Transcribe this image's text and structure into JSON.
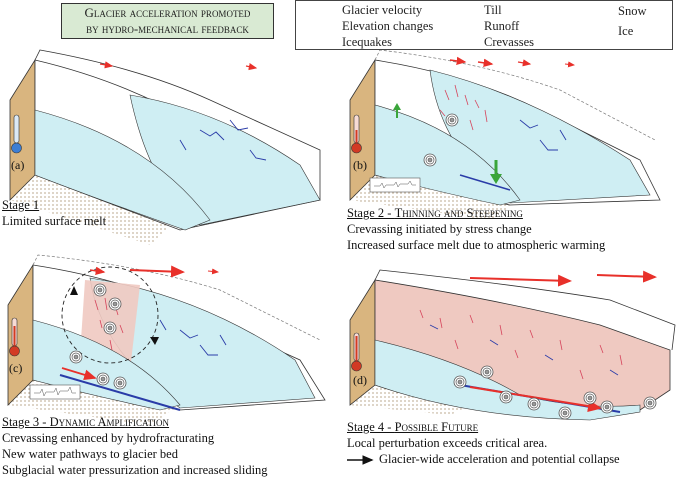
{
  "title": {
    "line1": "Glacier acceleration promoted",
    "line2": "by hydro-mechanical feedback"
  },
  "legend": {
    "velocity": "Glacier velocity",
    "elevation": "Elevation changes",
    "icequakes": "Icequakes",
    "till": "Till",
    "runoff": "Runoff",
    "crevasses": "Crevasses",
    "snow": "Snow",
    "ice": "Ice"
  },
  "colors": {
    "velocity": "#e8302a",
    "elevation": "#3aa53a",
    "runoff": "#2a3ca8",
    "crevasses": "#d6455c",
    "ice": "#cfeef3",
    "rock": "#d9b57f",
    "pink": "#efc9c1"
  },
  "panels": [
    {
      "label": "(a)",
      "stage": "Stage 1",
      "lines": [
        "Limited surface melt"
      ]
    },
    {
      "label": "(b)",
      "stage": "Stage 2 - ",
      "stage_sc": "Thinning and Steepening",
      "lines": [
        "Crevassing initiated by stress change",
        "Increased surface melt due to atmospheric warming"
      ]
    },
    {
      "label": "(c)",
      "stage": "Stage 3 - ",
      "stage_sc": "Dynamic Amplification",
      "lines": [
        "Crevassing enhanced by hydrofracturating",
        "New water pathways to glacier bed",
        "Subglacial water pressurization and increased sliding"
      ]
    },
    {
      "label": "(d)",
      "stage": "Stage 4 - ",
      "stage_sc": "Possible Future",
      "lines": [
        "Local perturbation exceeds critical area.",
        "Glacier-wide acceleration and potential collapse"
      ]
    }
  ]
}
